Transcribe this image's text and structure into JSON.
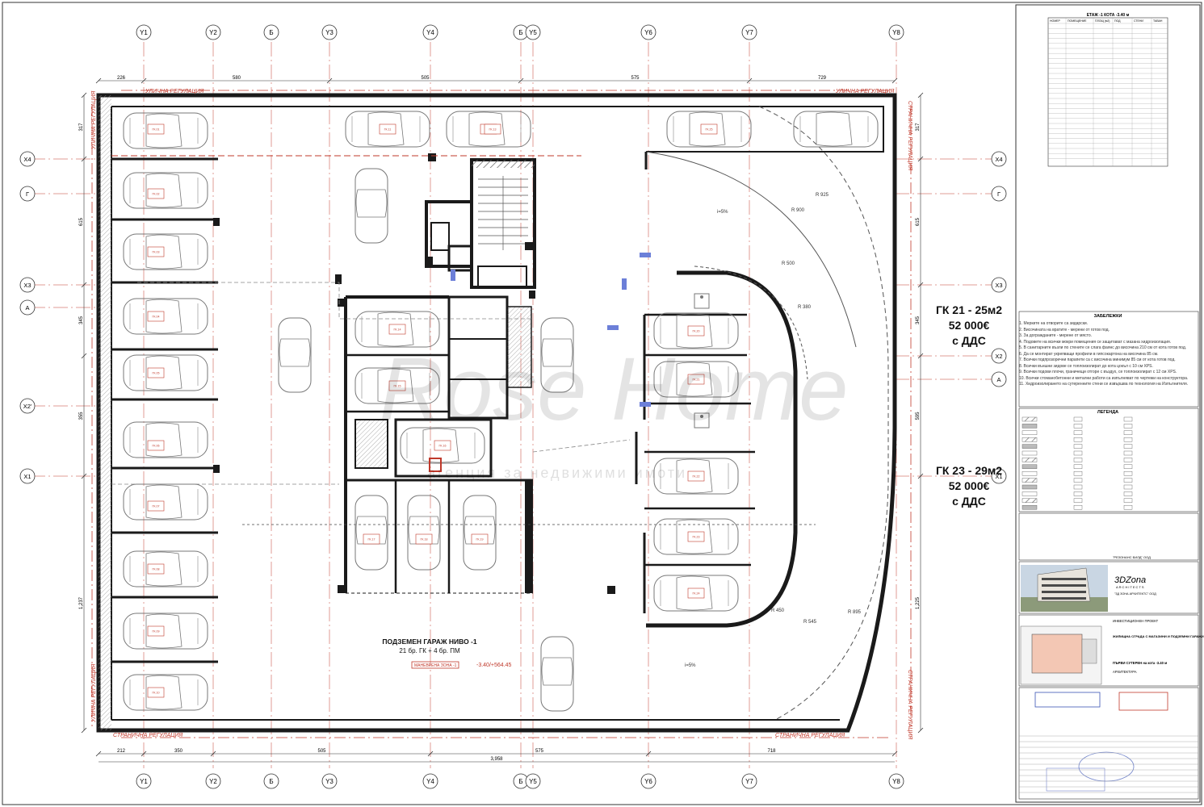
{
  "plan": {
    "title": "ПОДЗЕМЕН ГАРАЖ НИВО -1",
    "subtitle": "21 бр. ГК + 4 бр. ПМ",
    "watermark_top": "Rose Home",
    "watermark_bottom": "агенция за недвижими имоти",
    "level_mark": "-3.40/+564.45",
    "ramp_label": "МАНЕВРЕНА ЗОНА -1",
    "grid_cols": [
      "Y1",
      "Y2",
      "Б",
      "Y3",
      "Y4",
      "Б",
      "Y5",
      "Y6",
      "Y7",
      "Y8"
    ],
    "grid_rows_left": [
      "X4",
      "Г",
      "X3",
      "А",
      "X2'",
      "X1"
    ],
    "grid_rows_right": [
      "X4",
      "Г",
      "X3",
      "X2",
      "А",
      "X1"
    ],
    "top_dims": [
      "226",
      "580",
      "505",
      "575",
      "729"
    ],
    "bottom_dims": [
      "212",
      "350",
      "505",
      "575",
      "718"
    ],
    "bottom_total": "3,958",
    "left_dims": [
      "317",
      "615",
      "345",
      "355",
      "1,237"
    ],
    "right_dims": [
      "317",
      "615",
      "345",
      "595",
      "1,225"
    ],
    "regulation_street": "УЛИЧНА РЕГУЛАЦИЯ",
    "regulation_side": "СТРАНИЧНА РЕГУЛАЦИЯ",
    "radius_labels": [
      "R 925",
      "R 900",
      "R 500",
      "R 380",
      "R 450",
      "R 545",
      "R 895"
    ],
    "slope_label": "i=5%",
    "garage_labels": [
      "ГК.01",
      "ГК.02",
      "ГК.03",
      "ГК.04",
      "ГК.05",
      "ГК.06",
      "ГК.07",
      "ГК.08",
      "ГК.09",
      "ГК.10",
      "ГК.11",
      "ГК.12",
      "ГК.13",
      "ГК.14",
      "ГК.15",
      "ГК.16",
      "ГК.17",
      "ГК.18",
      "ГК.19",
      "ГК.20",
      "ГК.21",
      "ГК.22",
      "ГК.23",
      "ГК.24",
      "ГК.25"
    ]
  },
  "price_blocks": [
    {
      "title": "ГК 21 - 25м2",
      "price": "52 000€",
      "vat": "с ДДС"
    },
    {
      "title": "ГК 23 - 29м2",
      "price": "52 000€",
      "vat": "с ДДС"
    }
  ],
  "title_block": {
    "table_title": "ЕТАЖ -1 КОТА -3.40 м",
    "table_headers": [
      "НОМЕР",
      "ПОМЕЩЕНИЕ",
      "ПЛОЩ (м2)",
      "ПОД",
      "СТЕНИ",
      "ТАВАН"
    ],
    "notes_title": "ЗАБЕЛЕЖКИ",
    "notes": [
      "1. Мерките на отворите са зидарски.",
      "2. Височината на вратите - мерени от готов под.",
      "3. За догражданите - мерене от място.",
      "4. Подовете на всички мокри помещения се защитават с мазана хидроизолация.",
      "5. В санитарните възли по стените се слага фаянс до височина 210 см от кота готов под.",
      "6. Да се монтират укрепващи профили в гипсокартона на височина 85 см.",
      "7. Всички подпрозоречни парапети са с височина минимум 85 см от кота готов под.",
      "8. Всички външни зидове се топлоизолират до кота цокъл с 10 см XPS.",
      "9. Всички подови плочи, граничещи отгоре с въздух, се топлоизолират с 12 см XPS.",
      "10. Всички стоманобетонни и метални работи са изпълняват по чертежи на конструктора.",
      "11. Хидроизолирането на сутеренните стени се извършва по технология на Изпълнителя."
    ],
    "legend_title": "ЛЕГЕНДА",
    "architect_logo": "3DZona",
    "architect_sub": "ARCHITECTS",
    "architect_company": "\"3Д ЗОНА АРХИТЕКТС\" ООД",
    "phase": "ИНВЕСТИЦИОНЕН ПРОЕКТ",
    "project_desc": "ЖИЛИЩНА СГРАДА С МАГАЗИНИ И ПОДЗЕМНИ ГАРАЖИ",
    "drawing_name": "ПЪРВИ СУТЕРЕН на кота -3.40 м",
    "part": "АРХИТЕКТУРА",
    "company_investor": "\"РЕЗОНАНС БИЛД\" ООД",
    "colors": {
      "line": "#1a1a1a",
      "grid": "#c0392b",
      "hatch": "#777777",
      "ramp": "#d35400",
      "water": "#6c7fd8"
    }
  }
}
